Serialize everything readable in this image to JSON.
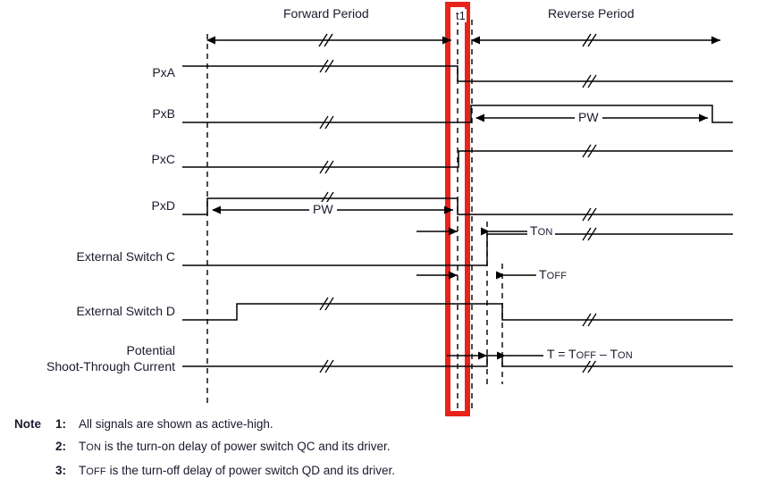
{
  "diagram": {
    "title_forward": "Forward Period",
    "title_reverse": "Reverse Period",
    "t1_label": "t1",
    "pw_label_forward": "PW",
    "pw_label_reverse": "PW",
    "ton_label": "TON",
    "ton_label_main": "T",
    "ton_label_sub": "ON",
    "toff_label_main": "T",
    "toff_label_sub": "OFF",
    "t_equation": "T = TOFF – TON",
    "t_eq_parts": {
      "lead": "T = T",
      "sub1": "OFF",
      "mid": " – T",
      "sub2": "ON"
    },
    "signals": [
      {
        "id": "pxa",
        "label": "PxA"
      },
      {
        "id": "pxb",
        "label": "PxB"
      },
      {
        "id": "pxc",
        "label": "PxC"
      },
      {
        "id": "pxd",
        "label": "PxD"
      },
      {
        "id": "ext-c",
        "label": "External Switch C"
      },
      {
        "id": "ext-d",
        "label": "External Switch D"
      },
      {
        "id": "shoot",
        "label_line1": "Potential",
        "label_line2": "Shoot-Through Current"
      }
    ],
    "accent_red": "#e8231a",
    "line_color": "#000000",
    "text_color": "#1a1a2e"
  },
  "notes": {
    "heading": "Note",
    "items": [
      {
        "num": "1:",
        "text": "All signals are shown as active-high."
      },
      {
        "num": "2:",
        "text": "TON is the turn-on delay of power switch QC and its driver.",
        "pre": "T",
        "sub": "ON",
        "post": " is the turn-on delay of power switch QC and its driver."
      },
      {
        "num": "3:",
        "text": "TOFF is the turn-off delay of power switch QD and its driver.",
        "pre": "T",
        "sub": "OFF",
        "post": " is the turn-off delay of power switch QD and its driver."
      }
    ]
  }
}
